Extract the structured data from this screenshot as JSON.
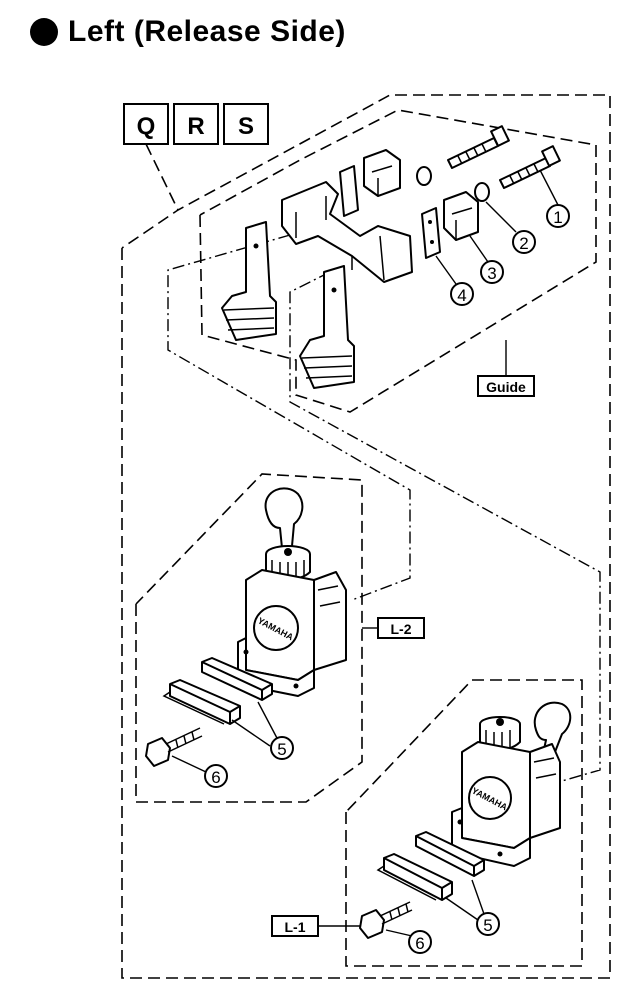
{
  "header": {
    "title": "Left (Release Side)"
  },
  "model_boxes": [
    "Q",
    "R",
    "S"
  ],
  "group_labels": {
    "guide": "Guide",
    "l2": "L-2",
    "l1": "L-1"
  },
  "callouts": {
    "c1": "1",
    "c2": "2",
    "c3": "3",
    "c4": "4",
    "c5a": "5",
    "c6a": "6",
    "c5b": "5",
    "c6b": "6"
  },
  "brand_marks": {
    "upper": "YAMAHA",
    "lower": "YAMAHA"
  }
}
